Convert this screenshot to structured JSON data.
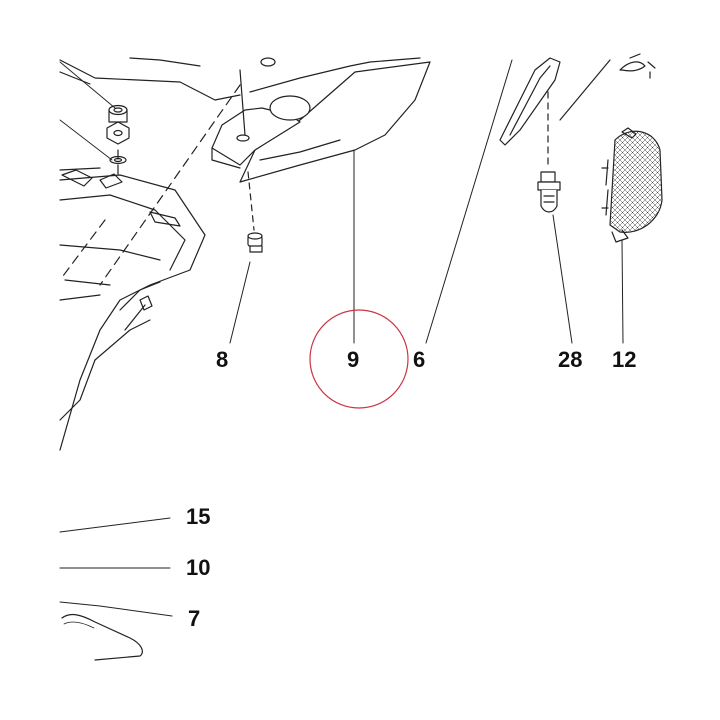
{
  "callouts": {
    "c8": "8",
    "c9": "9",
    "c6": "6",
    "c28": "28",
    "c12": "12",
    "c15": "15",
    "c10": "10",
    "c7": "7"
  },
  "highlight": {
    "target": "9",
    "color": "#cc3344"
  },
  "colors": {
    "line": "#222222",
    "background": "#ffffff"
  }
}
